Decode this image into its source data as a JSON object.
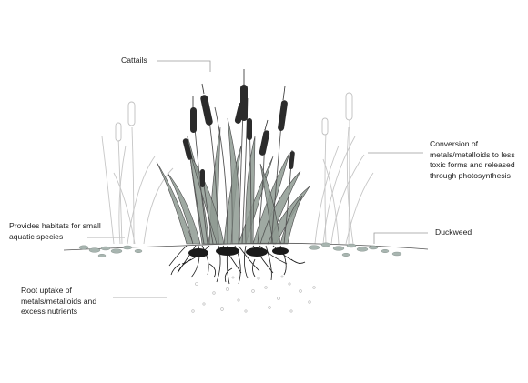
{
  "labels": {
    "cattails": "Cattails",
    "conversion": "Conversion of\nmetals/metalloids to less\ntoxic forms and released\nthrough photosynthesis",
    "habitats": "Provides habitats for small\naquatic species",
    "duckweed": "Duckweed",
    "root_uptake": "Root uptake of\nmetals/metalloids and\nexcess nutrients"
  },
  "colors": {
    "text": "#1e1e1e",
    "leader_line": "#9a9a9a",
    "leaf_green": "#8e9a92",
    "leaf_outline": "#4a4a4a",
    "background_grass": "#c4c4c4",
    "cattail_head": "#2b2b2b",
    "duckweed": "#a8b5b0",
    "roots": "#1a1a1a",
    "particles": "#b5b5b5"
  }
}
